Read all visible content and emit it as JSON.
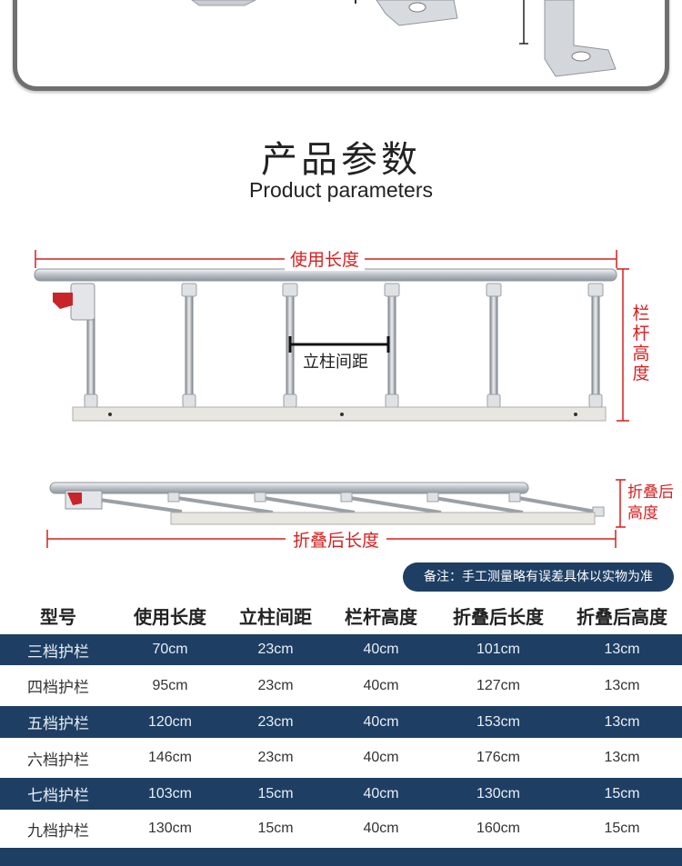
{
  "title": {
    "cn": "产品参数",
    "en": "Product parameters"
  },
  "diagram": {
    "length_label": "使用长度",
    "post_spacing_label": "立柱间距",
    "rail_height_label_chars": [
      "栏",
      "杆",
      "高",
      "度"
    ],
    "folded_height_label_lines": [
      "折叠后",
      "高度"
    ],
    "folded_length_label": "折叠后长度"
  },
  "note": "备注：手工测量略有误差具体以实物为准",
  "table": {
    "headers": [
      "型号",
      "使用长度",
      "立柱间距",
      "栏杆高度",
      "折叠后长度",
      "折叠后高度"
    ],
    "rows": [
      [
        "三档护栏",
        "70cm",
        "23cm",
        "40cm",
        "101cm",
        "13cm"
      ],
      [
        "四档护栏",
        "95cm",
        "23cm",
        "40cm",
        "127cm",
        "13cm"
      ],
      [
        "五档护栏",
        "120cm",
        "23cm",
        "40cm",
        "153cm",
        "13cm"
      ],
      [
        "六档护栏",
        "146cm",
        "23cm",
        "40cm",
        "176cm",
        "13cm"
      ],
      [
        "七档护栏",
        "103cm",
        "15cm",
        "40cm",
        "130cm",
        "15cm"
      ],
      [
        "九档护栏",
        "130cm",
        "15cm",
        "40cm",
        "160cm",
        "15cm"
      ]
    ]
  },
  "colors": {
    "accent_red": "#d81e1e",
    "navy": "#1e3f63"
  }
}
